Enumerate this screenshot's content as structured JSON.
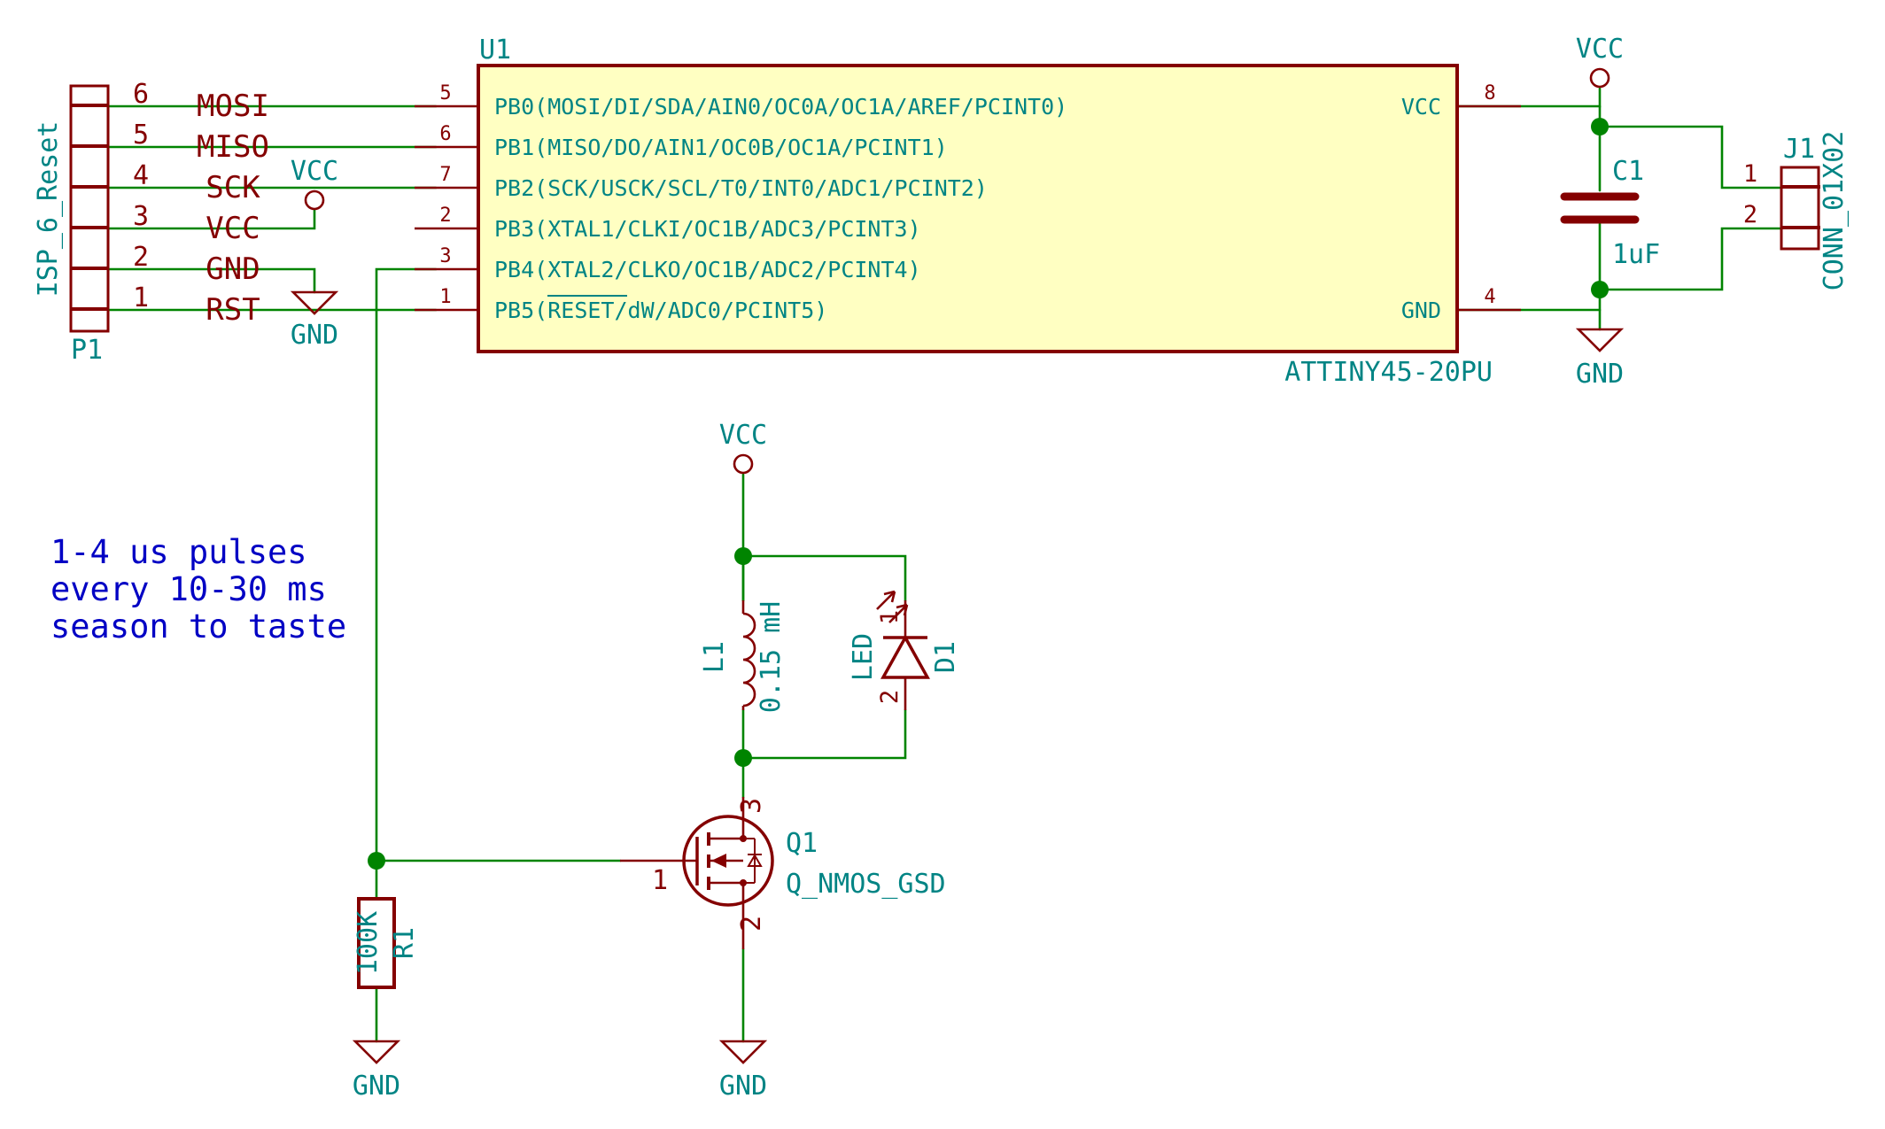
{
  "u1": {
    "ref": "U1",
    "value": "ATTINY45-20PU",
    "left_pins": [
      {
        "num": "5",
        "name": "PB0(MOSI/DI/SDA/AIN0/OC0A/OC1A/AREF/PCINT0)"
      },
      {
        "num": "6",
        "name": "PB1(MISO/DO/AIN1/OC0B/OC1A/PCINT1)"
      },
      {
        "num": "7",
        "name": "PB2(SCK/USCK/SCL/T0/INT0/ADC1/PCINT2)"
      },
      {
        "num": "2",
        "name": "PB3(XTAL1/CLKI/OC1B/ADC3/PCINT3)"
      },
      {
        "num": "3",
        "name": "PB4(XTAL2/CLKO/OC1B/ADC2/PCINT4)"
      },
      {
        "num": "1",
        "pre": "PB5(",
        "over": "RESET",
        "post": "/dW/ADC0/PCINT5)"
      }
    ],
    "right_pins": [
      {
        "num": "8",
        "name": "VCC"
      },
      {
        "num": "4",
        "name": "GND"
      }
    ]
  },
  "p1": {
    "ref": "P1",
    "value": "ISP_6_Reset",
    "pins": [
      {
        "num": "6",
        "label": "MOSI"
      },
      {
        "num": "5",
        "label": "MISO"
      },
      {
        "num": "4",
        "label": "SCK"
      },
      {
        "num": "3",
        "label": "VCC"
      },
      {
        "num": "2",
        "label": "GND"
      },
      {
        "num": "1",
        "label": "RST"
      }
    ]
  },
  "c1": {
    "ref": "C1",
    "value": "1uF"
  },
  "j1": {
    "ref": "J1",
    "value": "CONN_01X02",
    "pins": [
      "1",
      "2"
    ]
  },
  "l1": {
    "ref": "L1",
    "value": "0.15 mH"
  },
  "d1": {
    "ref": "D1",
    "value": "LED",
    "pins": [
      "1",
      "2"
    ]
  },
  "q1": {
    "ref": "Q1",
    "value": "Q_NMOS_GSD",
    "pins": {
      "gate": "1",
      "source": "2",
      "drain": "3"
    }
  },
  "r1": {
    "ref": "R1",
    "value": "100K"
  },
  "power": {
    "vcc": "VCC",
    "gnd": "GND"
  },
  "note": [
    "1-4 us pulses",
    "every 10-30 ms",
    "season to taste"
  ],
  "colors": {
    "wire": "#008400",
    "symbol": "#840000",
    "ic_fill": "#ffffc2",
    "reference_text": "#008484",
    "note_text": "#0000c4",
    "background": "#ffffff"
  }
}
